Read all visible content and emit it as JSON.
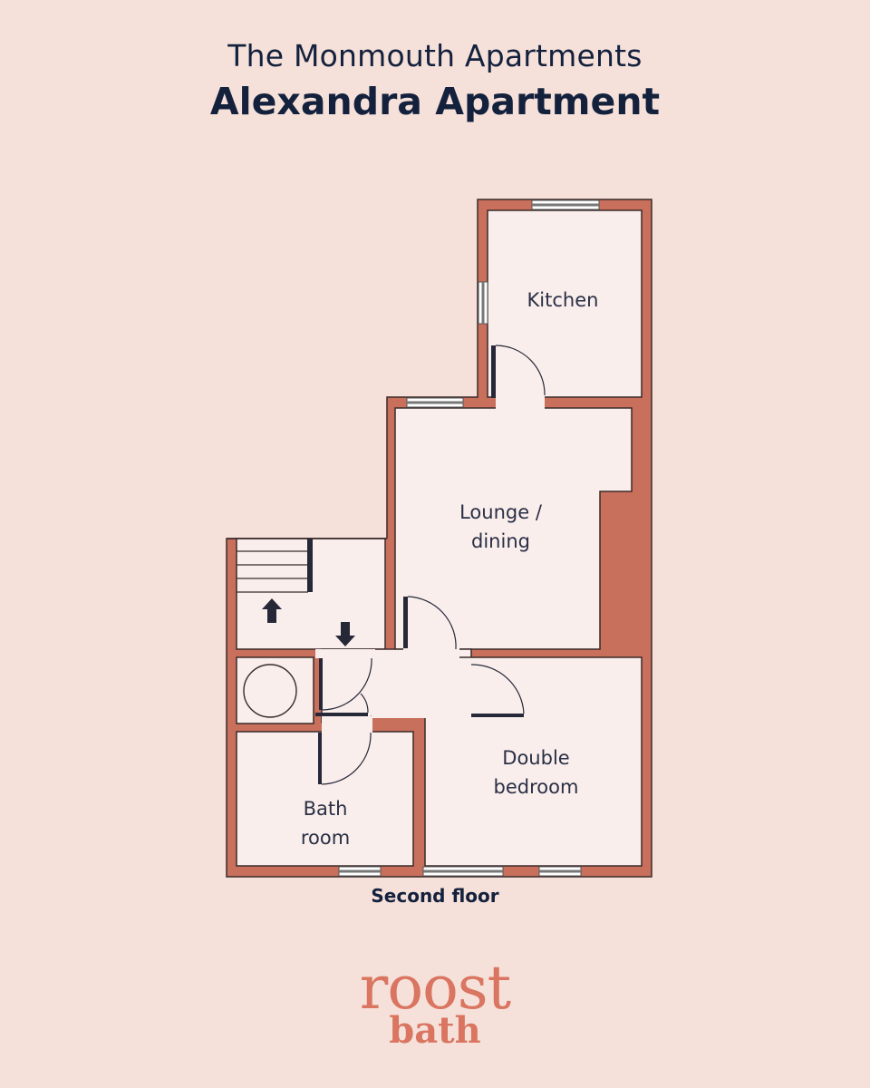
{
  "header": {
    "subtitle": "The Monmouth Apartments",
    "title": "Alexandra Apartment"
  },
  "floorplan": {
    "floor_label": "Second floor",
    "rooms": [
      {
        "id": "kitchen",
        "label": "Kitchen"
      },
      {
        "id": "lounge",
        "label_line1": "Lounge /",
        "label_line2": "dining"
      },
      {
        "id": "bathroom",
        "label_line1": "Bath",
        "label_line2": "room"
      },
      {
        "id": "bedroom",
        "label_line1": "Double",
        "label_line2": "bedroom"
      }
    ],
    "icons": [
      "stairs-icon",
      "up-arrow-icon",
      "down-arrow-icon",
      "boiler-circle-icon",
      "door-swing-icon",
      "window-icon"
    ],
    "colors": {
      "background": "#f6e1da",
      "wall": "#c9705c",
      "room_fill": "#f9eeec",
      "outline": "#3a2a2a",
      "door": "#262838",
      "text": "#14213d",
      "logo": "#d97560"
    }
  },
  "brand": {
    "name": "roost",
    "location": "bath"
  }
}
